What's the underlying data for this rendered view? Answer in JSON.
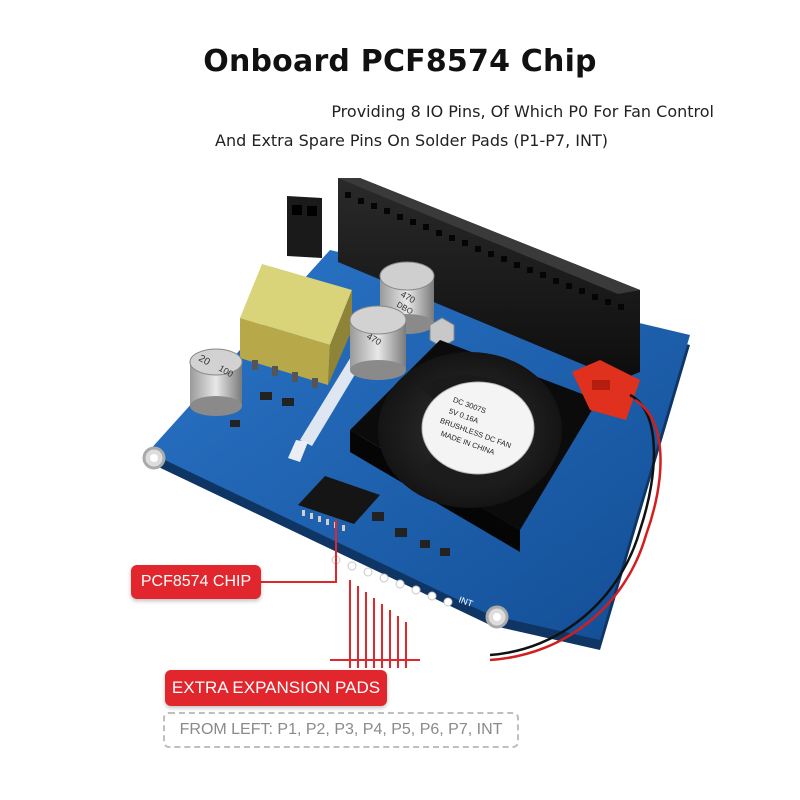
{
  "title": "Onboard PCF8574 Chip",
  "subtitle_line1": "Providing 8 IO Pins, Of Which P0 For Fan Control",
  "subtitle_line2": "And Extra Spare Pins On Solder Pads (P1-P7, INT)",
  "callouts": {
    "chip": "PCF8574 CHIP",
    "pads": "EXTRA EXPANSION PADS",
    "pins": "FROM LEFT: P1, P2, P3,  P4, P5, P6, P7, INT"
  },
  "silkscreen": {
    "int_label": "INT",
    "fan_line1": "DC    3007S",
    "fan_line2": "5V    0.16A",
    "fan_line3": "BRUSHLESS DC FAN",
    "fan_line4": "MADE IN CHINA",
    "cap_text": "470",
    "cap_text2": "DBO",
    "cap_small": "20",
    "cap_small2": "100"
  },
  "colors": {
    "board": "#1b5fb0",
    "accent": "#e2262e",
    "header": "#1a1a1a"
  }
}
